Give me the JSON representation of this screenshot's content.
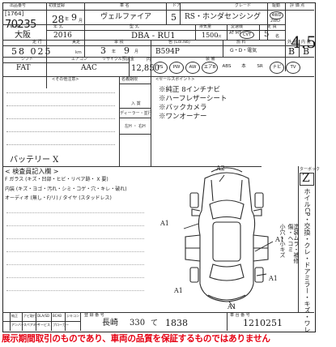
{
  "header": {
    "serial_label": "出品番号",
    "first_reg_label": "初度登録",
    "carname_label": "車 名",
    "doors_label": "ドア",
    "grade_label": "グレード",
    "drive_label": "駆動",
    "score_label": "評 価 点",
    "auction_no": "[1764]",
    "lot_no": "70235",
    "year_handwritten": "28",
    "year_unit": "年",
    "month_handwritten": "9",
    "month_unit": "月",
    "car_name": "ヴェルファイア",
    "doors": "5",
    "grade": "RS・ホンダセンシング",
    "drive_circle": "4WD",
    "drive_2wd": "2WD",
    "shaken_label": "車 検",
    "nenshiki_label": "年 式",
    "kata_label": "型 式",
    "hiki_label": "排気量",
    "mission_label": "変速機",
    "teiin_label": "定 員",
    "location": "大阪",
    "model_year": "2016",
    "model_code": "DBA - RU1",
    "displacement": "1500",
    "cc_unit": "cc",
    "transmission": "CVT",
    "transmission_other": "AT MT",
    "capacity": "5",
    "capacity_unit": "名",
    "score": "4.5",
    "mileage_label": "走 行",
    "mileage": "58 025",
    "mileage_unit": "km",
    "odo_label": "実走",
    "shaken_date_label": "車 検",
    "shaken_year": "3",
    "shaken_month": "9",
    "shaken_unit_y": "年",
    "shaken_unit_m": "月",
    "color_label": "色 (Col.No)",
    "color_code": "B594P",
    "fuel_label": "燃 料",
    "fuel": "G・D・電気",
    "exterior_label": "外 装",
    "interior_label": "内 装",
    "exterior": "B",
    "interior": "B",
    "shift_label": "シフト",
    "ac_label": "エアコン",
    "recycle_label": "リサイクル預託金",
    "equip_label": "装 備",
    "shift": "FAT",
    "ac": "AAC",
    "recycle": "12,850",
    "recycle_unit": "円",
    "equipment": [
      "PS",
      "PW",
      "AW",
      "エアB",
      "ABS",
      "本",
      "SR",
      "ナビ",
      "TV"
    ]
  },
  "notes": {
    "other_label": "<その他注意>",
    "owner_label": "名義期限",
    "ent_label": "入 賞",
    "dealer_label": "ディーラー・並行",
    "lr_label": "左H ・ 右H",
    "sales_label": "<セールスポイント>",
    "sales_points": [
      "※純正 8インチナビ",
      "※ハーフレザーシート",
      "※バックカメラ",
      "※ワンオーナー"
    ],
    "battery_note": "バッテリー X",
    "jp_notice": "車両の状態を保証するものではありません"
  },
  "inspection": {
    "title": "< 検査員記入欄 >",
    "frame_line": "F ガラス (キズ・凹部・ヒビ・リペア跡・ X 要)",
    "interior_line": "内装 (キズ・ヨゴ・汚れ・シミ・コゲ・穴・キレ・破れ)",
    "audio_line": "オーディオ (無し・F/リ) / タイヤ (スタッドレス)",
    "mileage_tag": "ターボック",
    "z_mark": "Z",
    "vertical_text": "ホイルCP・交換・クレ・ドアミラー・キズ・ワレ",
    "small_labels": [
      "小",
      "交",
      "タ"
    ],
    "vertical_notes": [
      "小穴・小キズ",
      "傷・ヘコミ",
      "塗装ムラ・補修"
    ]
  },
  "diagram": {
    "marks": [
      "A2",
      "A1",
      "A1",
      "A1",
      "A1",
      "A1"
    ]
  },
  "footer": {
    "chassis_label": "車 台 番 号",
    "col1_label": "純正",
    "col2_label": "ナビ取付",
    "col3_label": "DLA/SD",
    "col4_label": "BCAB",
    "col5_label": "ジキコン",
    "row2_label": "アンバー",
    "row2_b": "スペアキー",
    "row2_c": "サービス",
    "row2_d": "ブローカー",
    "plate_label": "登 録 番 号",
    "plate_city": "長崎",
    "plate_class": "330",
    "plate_kana": "て",
    "plate_number": "1838",
    "chassis_number": "1210251"
  },
  "disclaimer": "展示期間取引のものであり、車両の品質を保証するものではありません"
}
